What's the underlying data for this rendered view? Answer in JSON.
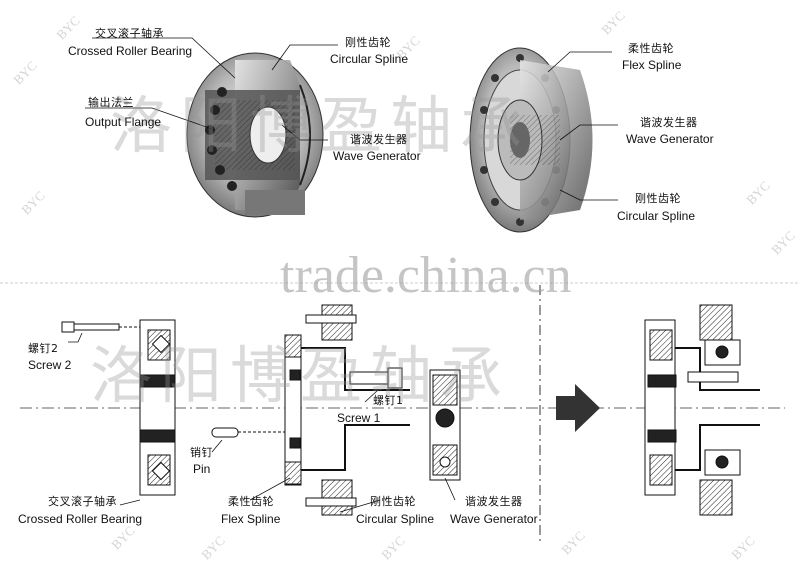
{
  "labels": {
    "crossed_roller_bearing_cn": "交叉滚子轴承",
    "crossed_roller_bearing_en": "Crossed Roller Bearing",
    "output_flange_cn": "输出法兰",
    "output_flange_en": "Output  Flange",
    "circular_spline_cn": "刚性齿轮",
    "circular_spline_en": "Circular Spline",
    "wave_generator_cn": "谐波发生器",
    "wave_generator_en": "Wave Generator",
    "flex_spline_cn": "柔性齿轮",
    "flex_spline_en": "Flex Spline",
    "screw2_cn": "螺钉2",
    "screw2_en": "Screw 2",
    "screw1_cn": "螺钉1",
    "screw1_en": "Screw 1",
    "pin_cn": "销钉",
    "pin_en": "Pin"
  },
  "watermark": {
    "company_cn_top": "洛阳博盈轴承",
    "company_cn_bottom": "洛阳博盈轴承",
    "site": "trade.china.cn",
    "brand": "BYC"
  },
  "colors": {
    "line": "#111111",
    "watermark": "#999999"
  }
}
